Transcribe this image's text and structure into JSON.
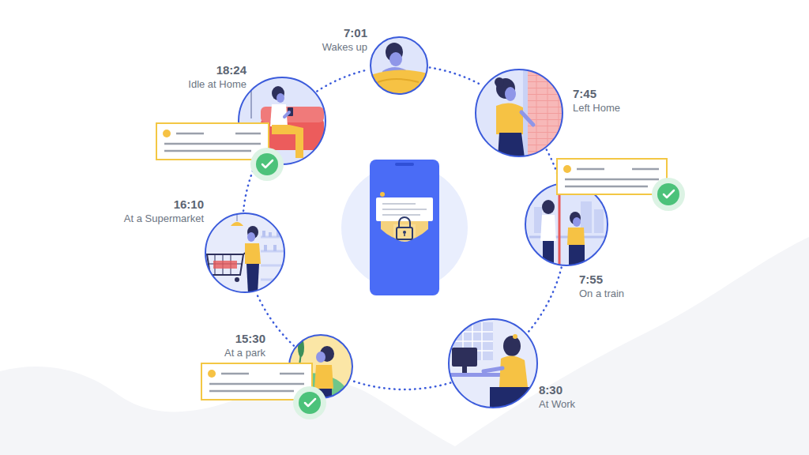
{
  "diagram": {
    "nodes": [
      {
        "text": [
          "7:01",
          "Wakes up"
        ]
      },
      {
        "text": [
          "7:45",
          "Left Home"
        ]
      },
      {
        "text": [
          "7:55",
          "On a train"
        ]
      },
      {
        "text": [
          "8:30",
          "At Work"
        ]
      },
      {
        "text": [
          "15:30",
          "At a park"
        ]
      },
      {
        "text": [
          "16:10",
          "At a Supermarket"
        ]
      },
      {
        "text": [
          "18:24",
          "Idle at Home"
        ]
      }
    ],
    "edges": [
      {
        "from": 0,
        "to": 1,
        "arrow": "none"
      },
      {
        "from": 1,
        "to": 2,
        "arrow": "none"
      },
      {
        "from": 2,
        "to": 3,
        "arrow": "none"
      },
      {
        "from": 3,
        "to": 4,
        "arrow": "none"
      },
      {
        "from": 4,
        "to": 5,
        "arrow": "none"
      },
      {
        "from": 5,
        "to": 6,
        "arrow": "none"
      },
      {
        "from": 6,
        "to": 0,
        "arrow": "none"
      }
    ]
  }
}
